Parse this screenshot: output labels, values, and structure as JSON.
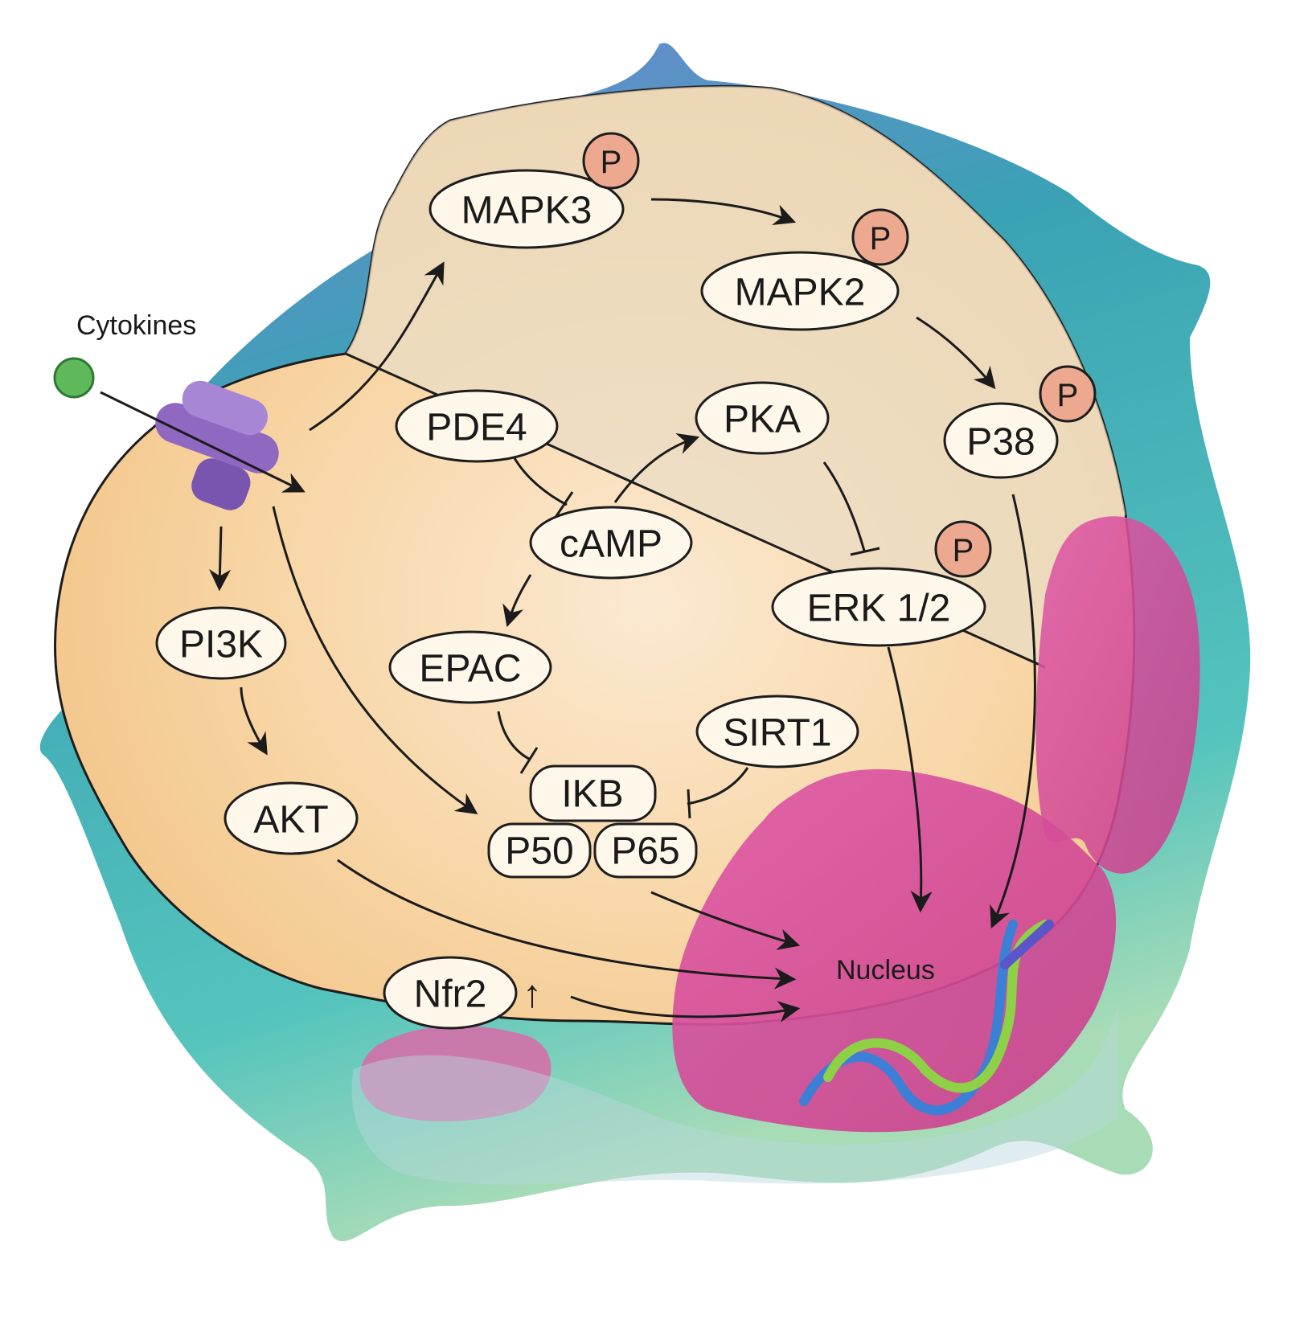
{
  "labels": {
    "cytokines": "Cytokines",
    "nucleus": "Nucleus",
    "phospho": "P",
    "up_arrow": "↑"
  },
  "nodes": {
    "mapk3": "MAPK3",
    "mapk2": "MAPK2",
    "p38": "P38",
    "pde4": "PDE4",
    "pka": "PKA",
    "camp": "cAMP",
    "erk": "ERK 1/2",
    "pi3k": "PI3K",
    "epac": "EPAC",
    "sirt1": "SIRT1",
    "akt": "AKT",
    "ikb": "IKB",
    "p50": "P50",
    "p65": "P65",
    "nfr2": "Nfr2"
  },
  "colors": {
    "cytoplasm": "#f6cf98",
    "membrane_outer": "#3fa9b8",
    "membrane_purple": "#8a7fd0",
    "nucleus": "#d7509a",
    "receptor": "#8f68c2",
    "ligand": "#5fb85a",
    "phospho_badge": "#eda98f",
    "node_fill": "#fff7ea"
  }
}
